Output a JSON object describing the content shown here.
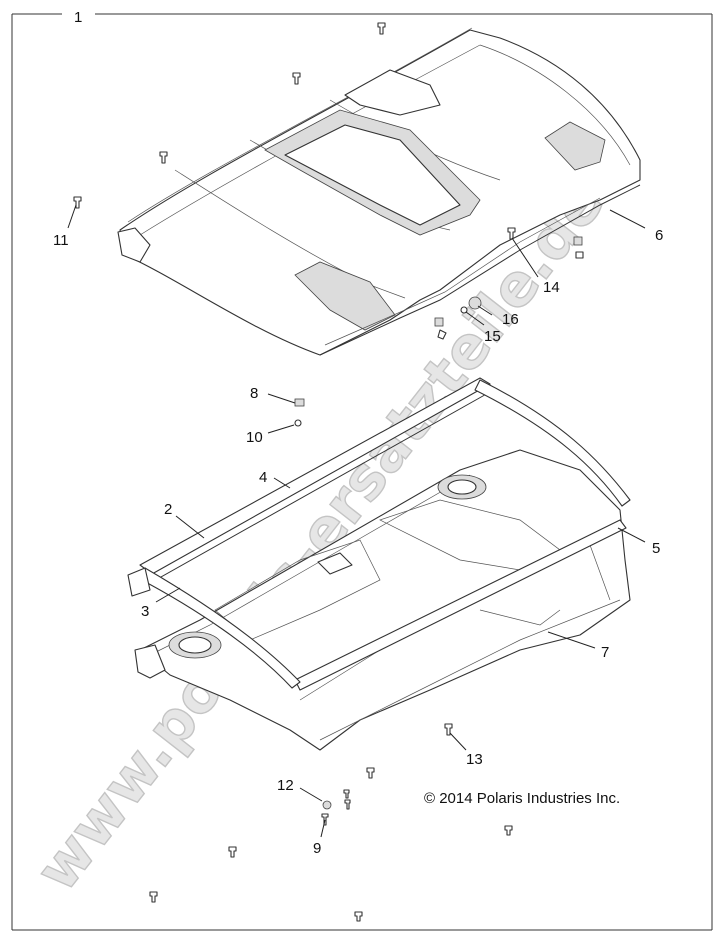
{
  "diagram": {
    "callouts": [
      {
        "id": "c1",
        "label": "1"
      },
      {
        "id": "c2",
        "label": "2"
      },
      {
        "id": "c3",
        "label": "3"
      },
      {
        "id": "c4",
        "label": "4"
      },
      {
        "id": "c5",
        "label": "5"
      },
      {
        "id": "c6",
        "label": "6"
      },
      {
        "id": "c7",
        "label": "7"
      },
      {
        "id": "c8",
        "label": "8"
      },
      {
        "id": "c9",
        "label": "9"
      },
      {
        "id": "c10",
        "label": "10"
      },
      {
        "id": "c11",
        "label": "11"
      },
      {
        "id": "c12",
        "label": "12"
      },
      {
        "id": "c13",
        "label": "13"
      },
      {
        "id": "c14",
        "label": "14"
      },
      {
        "id": "c15",
        "label": "15"
      },
      {
        "id": "c16",
        "label": "16"
      }
    ],
    "copyright": "© 2014 Polaris Industries Inc.",
    "watermark": "www.polaris-ersatzteile.de"
  }
}
